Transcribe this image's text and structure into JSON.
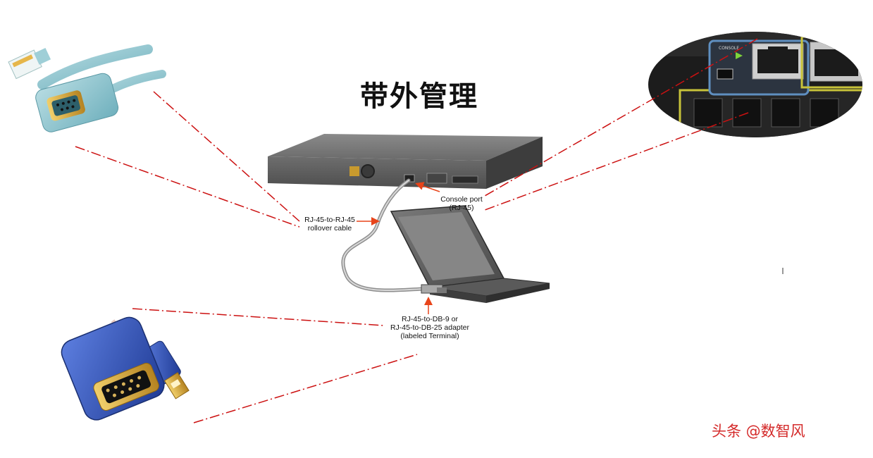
{
  "title": "带外管理",
  "labels": {
    "rollover_cable": [
      "RJ-45-to-RJ-45",
      "rollover cable"
    ],
    "console_port": [
      "Console port",
      "(RJ-45)"
    ],
    "adapter": [
      "RJ-45-to-DB-9 or",
      "RJ-45-to-DB-25 adapter",
      "(labeled Terminal)"
    ]
  },
  "console_panel_text": "CONSOLE",
  "watermark": "头条 @数智风",
  "colors": {
    "leader_line": "#cc1111",
    "arrow": "#e8441a",
    "cable_teal": "#8cc3cd",
    "usb_blue": "#2d4fb0",
    "gold": "#d8a534"
  }
}
